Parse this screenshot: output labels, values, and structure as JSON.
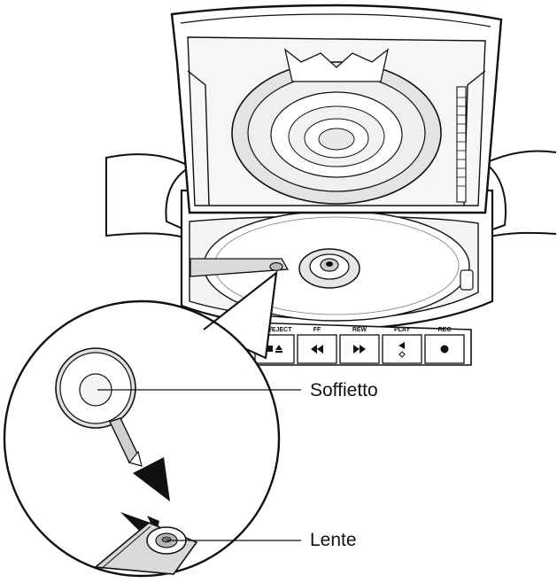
{
  "diagram": {
    "buttons": [
      {
        "label": "TOP/EJECT",
        "icon": "stop-eject-icon"
      },
      {
        "label": "FF",
        "icon": "rewind-icon"
      },
      {
        "label": "REW",
        "icon": "fast-forward-icon"
      },
      {
        "label": "PLAY",
        "icon": "play-icon"
      },
      {
        "label": "REC",
        "icon": "record-icon"
      }
    ],
    "callouts": {
      "blower": "Soffietto",
      "lens": "Lente"
    },
    "colors": {
      "ink": "#111111",
      "light_gray": "#d9d9d9",
      "mid_gray": "#b8b8b8",
      "paper": "#ffffff"
    }
  }
}
